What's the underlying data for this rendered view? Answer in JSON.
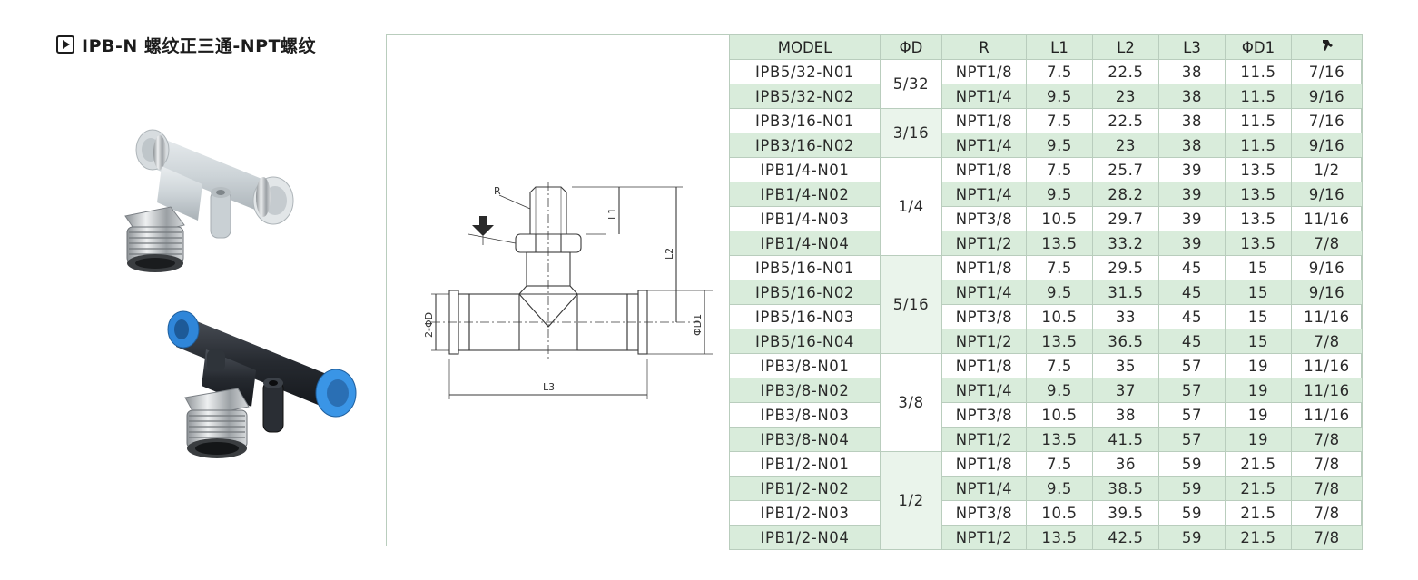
{
  "header": {
    "title": "IPB-N 螺纹正三通-NPT螺纹"
  },
  "table": {
    "headers": [
      "MODEL",
      "ΦD",
      "R",
      "L1",
      "L2",
      "L3",
      "ΦD1",
      "spanner-icon"
    ],
    "groups": [
      {
        "dia": "5/32",
        "rows": [
          [
            "IPB5/32-N01",
            "NPT1/8",
            "7.5",
            "22.5",
            "38",
            "11.5",
            "7/16"
          ],
          [
            "IPB5/32-N02",
            "NPT1/4",
            "9.5",
            "23",
            "38",
            "11.5",
            "9/16"
          ]
        ]
      },
      {
        "dia": "3/16",
        "rows": [
          [
            "IPB3/16-N01",
            "NPT1/8",
            "7.5",
            "22.5",
            "38",
            "11.5",
            "7/16"
          ],
          [
            "IPB3/16-N02",
            "NPT1/4",
            "9.5",
            "23",
            "38",
            "11.5",
            "9/16"
          ]
        ]
      },
      {
        "dia": "1/4",
        "rows": [
          [
            "IPB1/4-N01",
            "NPT1/8",
            "7.5",
            "25.7",
            "39",
            "13.5",
            "1/2"
          ],
          [
            "IPB1/4-N02",
            "NPT1/4",
            "9.5",
            "28.2",
            "39",
            "13.5",
            "9/16"
          ],
          [
            "IPB1/4-N03",
            "NPT3/8",
            "10.5",
            "29.7",
            "39",
            "13.5",
            "11/16"
          ],
          [
            "IPB1/4-N04",
            "NPT1/2",
            "13.5",
            "33.2",
            "39",
            "13.5",
            "7/8"
          ]
        ]
      },
      {
        "dia": "5/16",
        "rows": [
          [
            "IPB5/16-N01",
            "NPT1/8",
            "7.5",
            "29.5",
            "45",
            "15",
            "9/16"
          ],
          [
            "IPB5/16-N02",
            "NPT1/4",
            "9.5",
            "31.5",
            "45",
            "15",
            "9/16"
          ],
          [
            "IPB5/16-N03",
            "NPT3/8",
            "10.5",
            "33",
            "45",
            "15",
            "11/16"
          ],
          [
            "IPB5/16-N04",
            "NPT1/2",
            "13.5",
            "36.5",
            "45",
            "15",
            "7/8"
          ]
        ]
      },
      {
        "dia": "3/8",
        "rows": [
          [
            "IPB3/8-N01",
            "NPT1/8",
            "7.5",
            "35",
            "57",
            "19",
            "11/16"
          ],
          [
            "IPB3/8-N02",
            "NPT1/4",
            "9.5",
            "37",
            "57",
            "19",
            "11/16"
          ],
          [
            "IPB3/8-N03",
            "NPT3/8",
            "10.5",
            "38",
            "57",
            "19",
            "11/16"
          ],
          [
            "IPB3/8-N04",
            "NPT1/2",
            "13.5",
            "41.5",
            "57",
            "19",
            "7/8"
          ]
        ]
      },
      {
        "dia": "1/2",
        "rows": [
          [
            "IPB1/2-N01",
            "NPT1/8",
            "7.5",
            "36",
            "59",
            "21.5",
            "7/8"
          ],
          [
            "IPB1/2-N02",
            "NPT1/4",
            "9.5",
            "38.5",
            "59",
            "21.5",
            "7/8"
          ],
          [
            "IPB1/2-N03",
            "NPT3/8",
            "10.5",
            "39.5",
            "59",
            "21.5",
            "7/8"
          ],
          [
            "IPB1/2-N04",
            "NPT1/2",
            "13.5",
            "42.5",
            "59",
            "21.5",
            "7/8"
          ]
        ]
      }
    ]
  },
  "drawing": {
    "labels": {
      "r": "R",
      "l1": "L1",
      "l2": "L2",
      "l3": "L3",
      "phid": "2-ΦD",
      "phid1": "ΦD1"
    }
  },
  "colors": {
    "header_bg": "#d9ecdb",
    "stripe_bg": "#d9ecdb",
    "border": "#b9cdbd",
    "fitting_grey": "#cfd6da",
    "fitting_black": "#23262b",
    "collar_blue": "#2f86d9"
  }
}
